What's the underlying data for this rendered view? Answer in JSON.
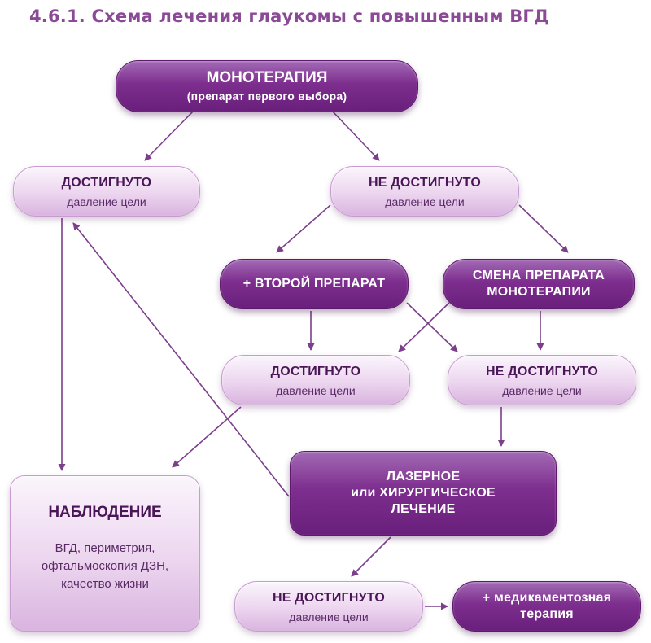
{
  "title": "4.6.1. Схема лечения глаукомы с повышенным ВГД",
  "nodes": {
    "monotherapy": {
      "title": "МОНОТЕРАПИЯ",
      "subtitle": "(препарат первого выбора)"
    },
    "reached_1": {
      "title": "ДОСТИГНУТО",
      "subtitle": "давление цели"
    },
    "not_reached_1": {
      "title": "НЕ ДОСТИГНУТО",
      "subtitle": "давление цели"
    },
    "second_drug": {
      "title": "+ ВТОРОЙ ПРЕПАРАТ"
    },
    "change_drug": {
      "line1": "СМЕНА ПРЕПАРАТА",
      "line2": "МОНОТЕРАПИИ"
    },
    "reached_2": {
      "title": "ДОСТИГНУТО",
      "subtitle": "давление цели"
    },
    "not_reached_2": {
      "title": "НЕ ДОСТИГНУТО",
      "subtitle": "давление цели"
    },
    "observation": {
      "title": "НАБЛЮДЕНИЕ",
      "line1": "ВГД, периметрия,",
      "line2": "офтальмоскопия ДЗН,",
      "line3": "качество жизни"
    },
    "laser_surgery": {
      "line1": "ЛАЗЕРНОЕ",
      "line2": "или ХИРУРГИЧЕСКОЕ",
      "line3": "ЛЕЧЕНИЕ"
    },
    "not_reached_3": {
      "title": "НЕ ДОСТИГНУТО",
      "subtitle": "давление цели"
    },
    "medication": {
      "line1": "+ медикаментозная",
      "line2": "терапия"
    }
  },
  "colors": {
    "title": "#8a4a96",
    "dark_node": "#7d2e8e",
    "light_node": "#ecd5ef",
    "arrow": "#7b3f8c"
  }
}
